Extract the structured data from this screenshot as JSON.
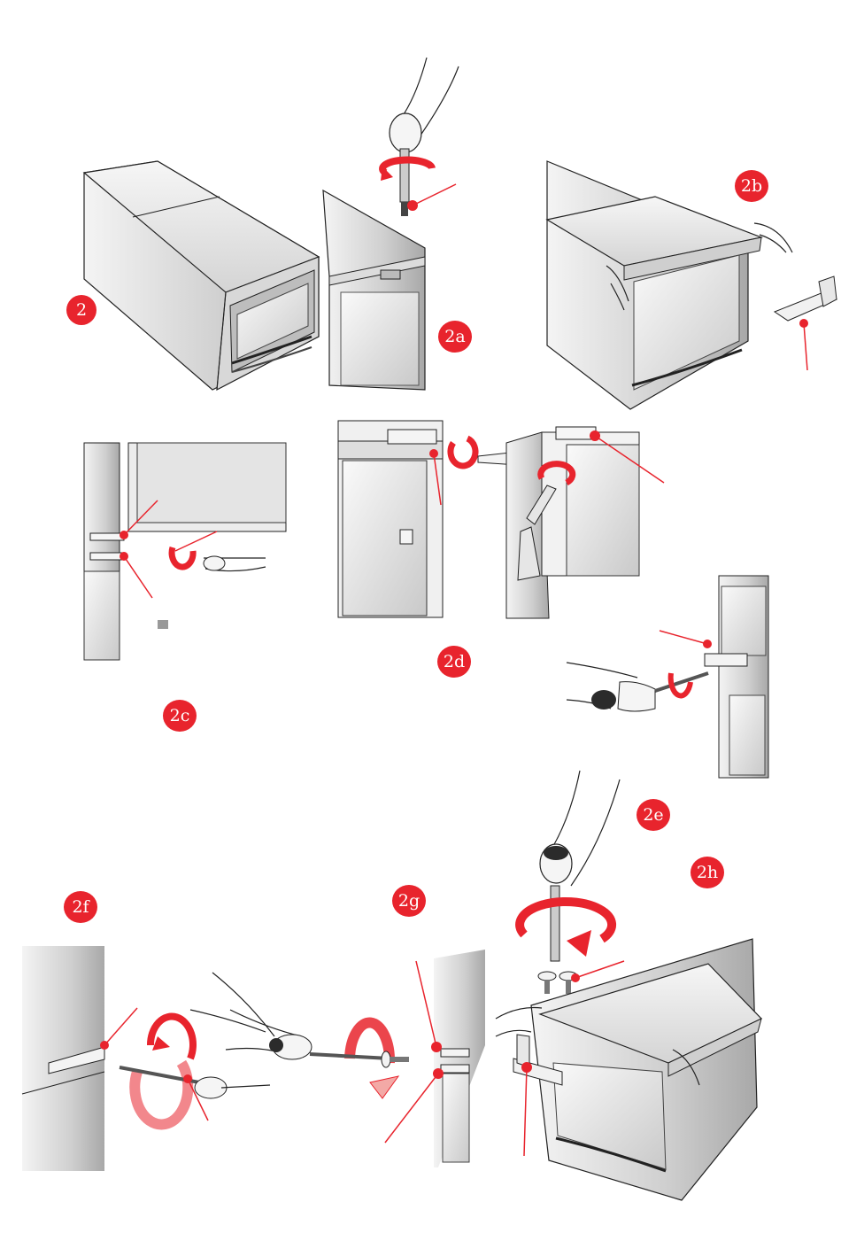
{
  "colors": {
    "accent": "#e8242d",
    "accent_light": "#f3a9a6",
    "panel_light": "#eeeeee",
    "panel_mid": "#cfcfcf",
    "panel_dark": "#9c9c9c",
    "line": "#222222"
  },
  "steps": {
    "s2": "2",
    "s2a": "2a",
    "s2b": "2b",
    "s2c": "2c",
    "s2d": "2d",
    "s2e": "2e",
    "s2f": "2f",
    "s2g": "2g",
    "s2h": "2h"
  },
  "icons": [
    "hand-icon",
    "screwdriver-icon",
    "rotate-arrow-icon",
    "screw-icon",
    "bracket-icon",
    "callout-dot-icon"
  ]
}
